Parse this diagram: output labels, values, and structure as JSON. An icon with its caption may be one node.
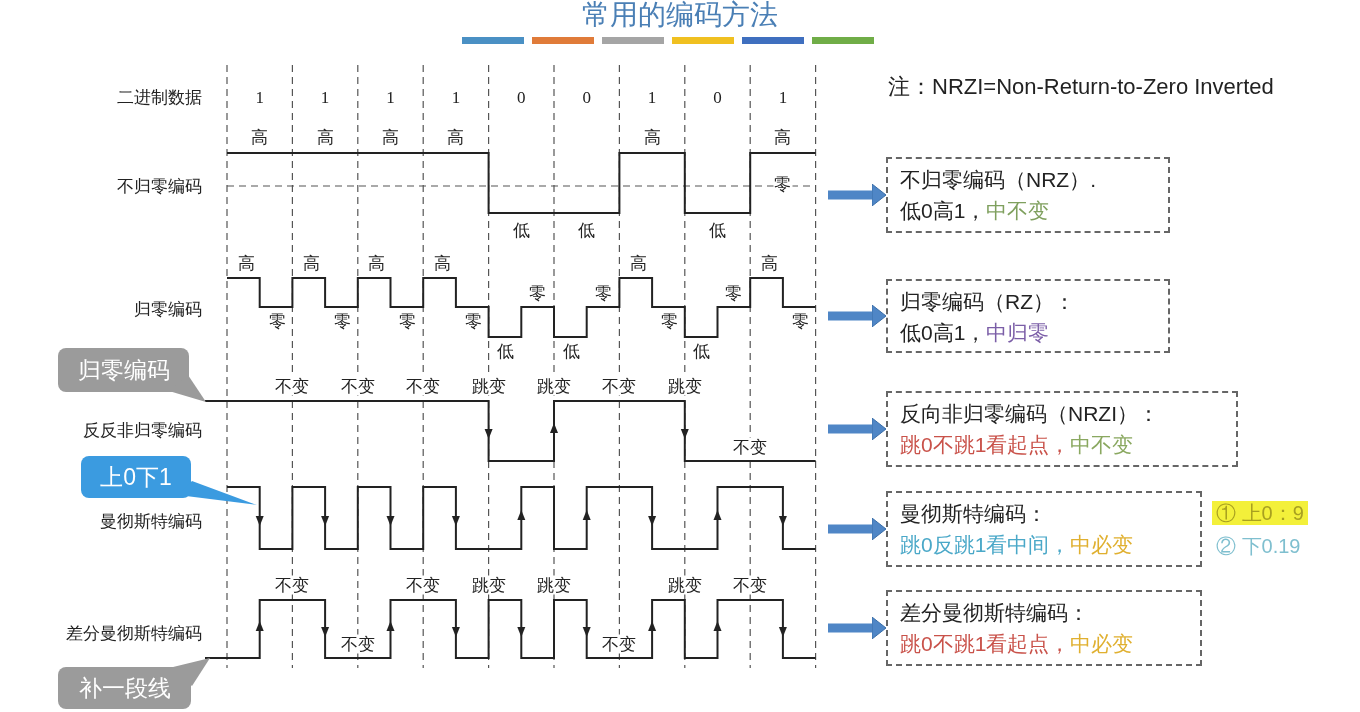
{
  "diagram": {
    "title": "常用的编码方法",
    "nodes": [
      {
        "text": [
          "不归零编码（NRZ）.",
          "低0高1，",
          "中不变"
        ]
      },
      {
        "text": [
          "归零编码（RZ）：",
          "低0高1，",
          "中归零"
        ]
      },
      {
        "text": [
          "归零编码"
        ]
      },
      {
        "text": [
          "反向非归零编码（NRZI）：",
          "跳0不跳1看起点，",
          "中不变"
        ]
      },
      {
        "text": [
          "上0下1"
        ]
      },
      {
        "text": [
          "曼彻斯特编码：",
          "跳0反跳1看中间，",
          "中必变"
        ]
      },
      {
        "text": [
          "差分曼彻斯特编码：",
          "跳0不跳1看起点，",
          "中必变"
        ]
      },
      {
        "text": [
          "补一段线"
        ]
      }
    ],
    "edges": [
      {
        "from": null,
        "to": 0,
        "arrow": "to"
      },
      {
        "from": null,
        "to": 1,
        "arrow": "to"
      },
      {
        "from": null,
        "to": 3,
        "arrow": "to"
      },
      {
        "from": null,
        "to": 5,
        "arrow": "to"
      },
      {
        "from": null,
        "to": 6,
        "arrow": "to"
      }
    ],
    "labels": [
      "注：NRZI=Non-Return-to-Zero Inverted",
      "二进制数据",
      "1",
      "1",
      "1",
      "1",
      "0",
      "0",
      "1",
      "0",
      "1",
      "高",
      "高",
      "高",
      "高",
      "高",
      "高",
      "不归零编码",
      "零",
      "低",
      "低",
      "低",
      "高",
      "高",
      "高",
      "高",
      "高",
      "高",
      "零",
      "零",
      "零",
      "归零编码",
      "零",
      "零",
      "零",
      "零",
      "零",
      "零",
      "低",
      "低",
      "低",
      "不变",
      "不变",
      "不变",
      "跳变",
      "跳变",
      "不变",
      "跳变",
      "反反非归零编码",
      "不变",
      "曼彻斯特编码",
      "① 上0：9",
      "② 下0.19",
      "不变",
      "不变",
      "跳变",
      "跳变",
      "跳变",
      "不变",
      "差分曼彻斯特编码",
      "不变",
      "不变"
    ]
  }
}
